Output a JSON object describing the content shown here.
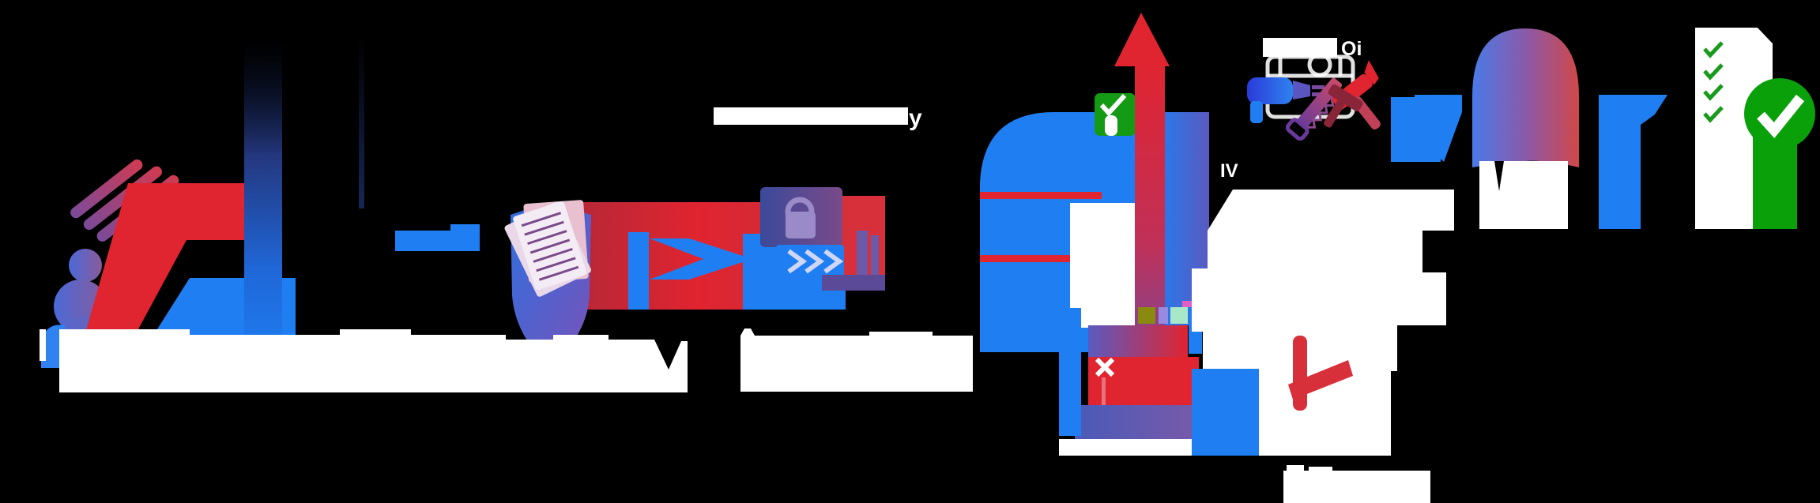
{
  "canvas": {
    "background": "#000000"
  },
  "legible_text": {
    "mid_caption_trailing_letter": "y",
    "toolbox_caption_trailing_letters": "Oi",
    "right_heading_visible_letters": "IV"
  },
  "palette": {
    "blue": "#1f7ff2",
    "red": "#e02430",
    "crimson": "#b23a62",
    "purple": "#6a5aa8",
    "green_badge": "#159a15",
    "green_circle": "#0aa00a",
    "check_green": "#1a9a1d",
    "olive_chip": "#8a8a10",
    "lavender_chip": "#988ae0",
    "mint_chip": "#a8e8c8",
    "magenta_chip": "#e060c8",
    "white": "#ffffff"
  },
  "icons": [
    "person-working-icon",
    "brush-stroke-arrows",
    "mail-label-bar",
    "shield-documents-icon",
    "locked-laptop-icon",
    "caption-glow-bars",
    "browser-window-shape",
    "approval-check-badge",
    "up-arrow",
    "error-cross-box",
    "color-chips",
    "toolbox-tools-icon",
    "paragraph-glow-text",
    "blue-arrow",
    "person-profile-icon",
    "checklist-icon",
    "approved-circle-badge",
    "red-cross-mark"
  ],
  "checklist": {
    "visible_check_count": 4
  }
}
